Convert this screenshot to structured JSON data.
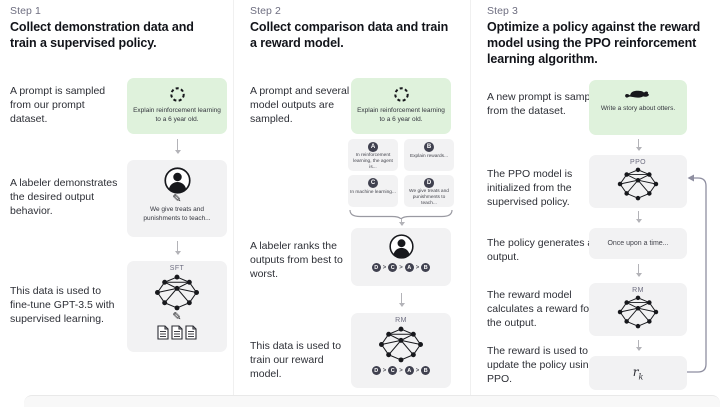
{
  "icons": {
    "pencil": "✎",
    "rank_separator": ">"
  },
  "colors": {
    "prompt_green": "#dff2dc",
    "box_gray": "#f2f2f3",
    "chip_dark": "#40414f",
    "text_dark": "#202123",
    "text_muted": "#6e6e80"
  },
  "step1": {
    "label": "Step 1",
    "title": "Collect demonstration data and train a supervised policy.",
    "caption_prompt": "A prompt is sampled from our prompt dataset.",
    "caption_labeler": "A labeler demonstrates the desired output behavior.",
    "caption_finetune": "This data is used to fine-tune GPT-3.5 with supervised learning.",
    "prompt_text": "Explain reinforcement learning to a 6 year old.",
    "labeler_note": "We give treats and punishments to teach...",
    "model_label": "SFT"
  },
  "step2": {
    "label": "Step 2",
    "title": "Collect comparison data and train a reward model.",
    "caption_prompt": "A prompt and several model outputs are sampled.",
    "caption_rank": "A labeler ranks the outputs from best to worst.",
    "caption_train": "This data is used to train our reward model.",
    "prompt_text": "Explain reinforcement learning to a 6 year old.",
    "outputs": [
      {
        "id": "A",
        "text": "In reinforcement learning, the agent is..."
      },
      {
        "id": "B",
        "text": "Explain rewards..."
      },
      {
        "id": "C",
        "text": "In machine learning..."
      },
      {
        "id": "D",
        "text": "We give treats and punishments to teach..."
      }
    ],
    "ranking": [
      "D",
      "C",
      "A",
      "B"
    ],
    "model_label": "RM"
  },
  "step3": {
    "label": "Step 3",
    "title": "Optimize a policy against the reward model using the PPO reinforcement learning algorithm.",
    "caption_prompt": "A new prompt is sampled from the dataset.",
    "caption_init": "The PPO model is initialized from the supervised policy.",
    "caption_output": "The policy generates an output.",
    "caption_reward": "The reward model calculates a reward for the output.",
    "caption_update": "The reward is used to update the policy using PPO.",
    "prompt_text": "Write a story about otters.",
    "ppo_label": "PPO",
    "output_text": "Once upon a time...",
    "rm_label": "RM",
    "reward_var": "r",
    "reward_sub": "k"
  }
}
